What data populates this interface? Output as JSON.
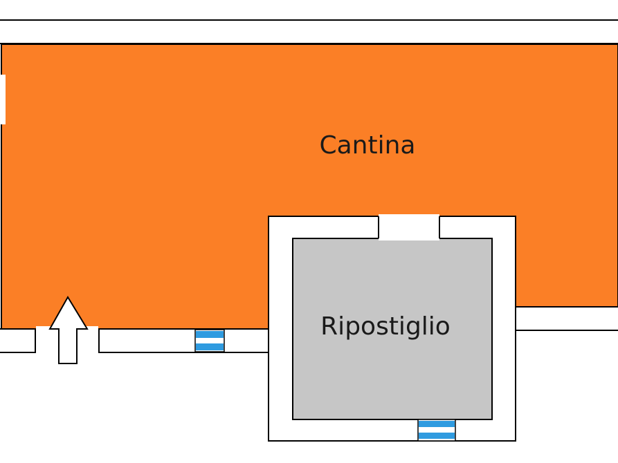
{
  "rooms": [
    {
      "id": "cantina",
      "label": "Cantina",
      "fill": "#FB7F26"
    },
    {
      "id": "ripostiglio",
      "label": "Ripostiglio",
      "fill": "#C6C6C6"
    }
  ],
  "colors": {
    "wall": "#FFFFFF",
    "wall_outline": "#000000",
    "window": "#2F9BE0",
    "background": "#FFFFFF"
  },
  "symbols": {
    "entrance": "up-arrow-icon",
    "window": "window-icon"
  }
}
